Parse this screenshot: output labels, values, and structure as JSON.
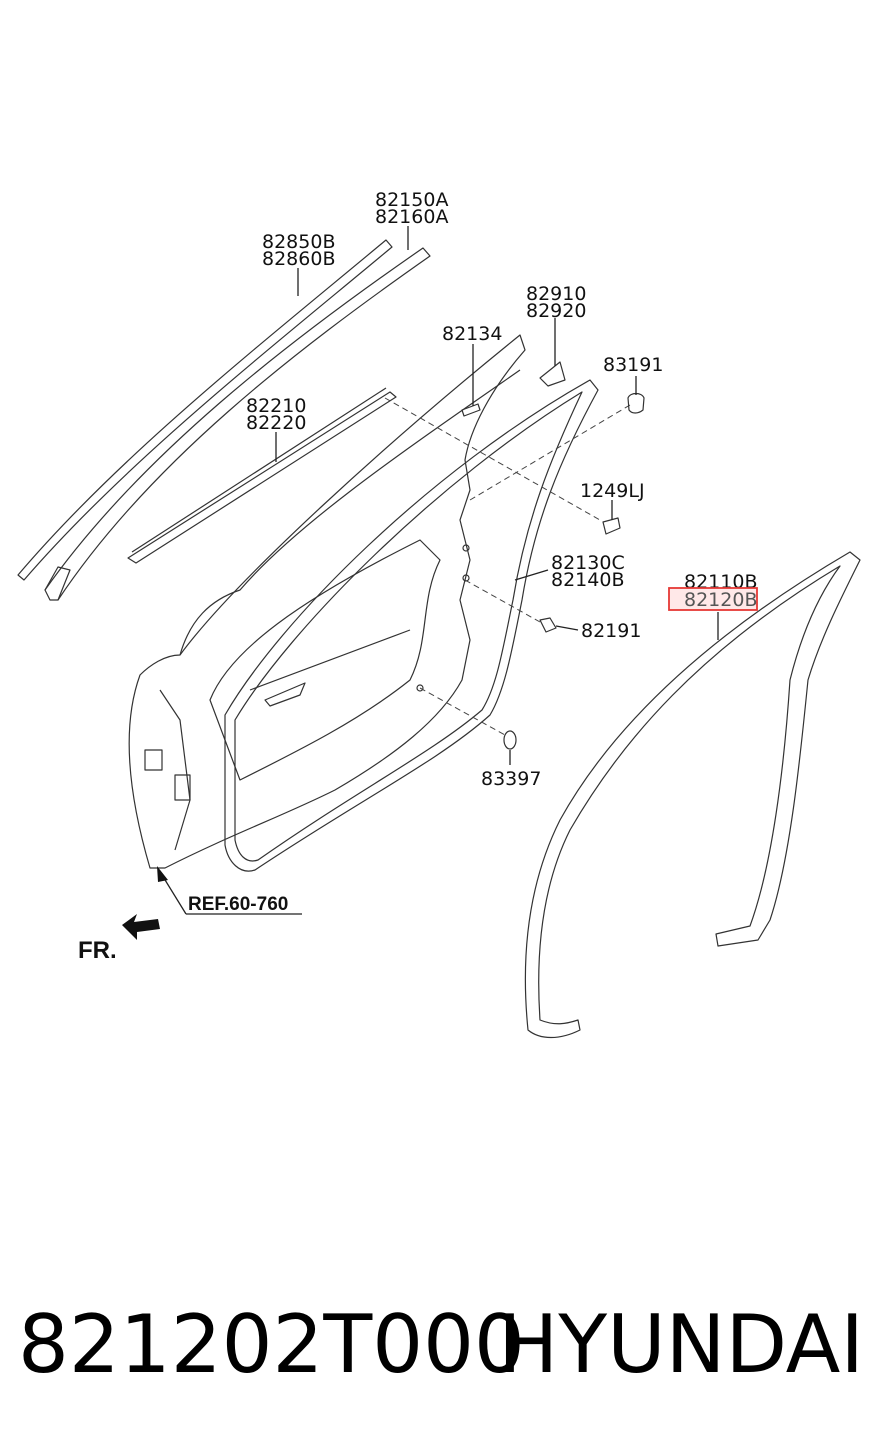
{
  "callouts": [
    {
      "id": "c1",
      "lines": [
        "82150A",
        "82160A"
      ]
    },
    {
      "id": "c2",
      "lines": [
        "82850B",
        "82860B"
      ]
    },
    {
      "id": "c3",
      "lines": [
        "82910",
        "82920"
      ]
    },
    {
      "id": "c4",
      "lines": [
        "82134"
      ]
    },
    {
      "id": "c5",
      "lines": [
        "83191"
      ]
    },
    {
      "id": "c6",
      "lines": [
        "82210",
        "82220"
      ]
    },
    {
      "id": "c7",
      "lines": [
        "1249LJ"
      ]
    },
    {
      "id": "c8",
      "lines": [
        "82130C",
        "82140B"
      ]
    },
    {
      "id": "c9",
      "lines": [
        "82110B",
        "82120B"
      ]
    },
    {
      "id": "c10",
      "lines": [
        "82191"
      ]
    },
    {
      "id": "c11",
      "lines": [
        "83397"
      ]
    }
  ],
  "reference": "REF.60-760",
  "direction": "FR.",
  "highlight": {
    "part": "82120B",
    "color": "#e53935"
  },
  "footer": {
    "part_number": "821202T000",
    "brand": "HYUNDAI"
  }
}
